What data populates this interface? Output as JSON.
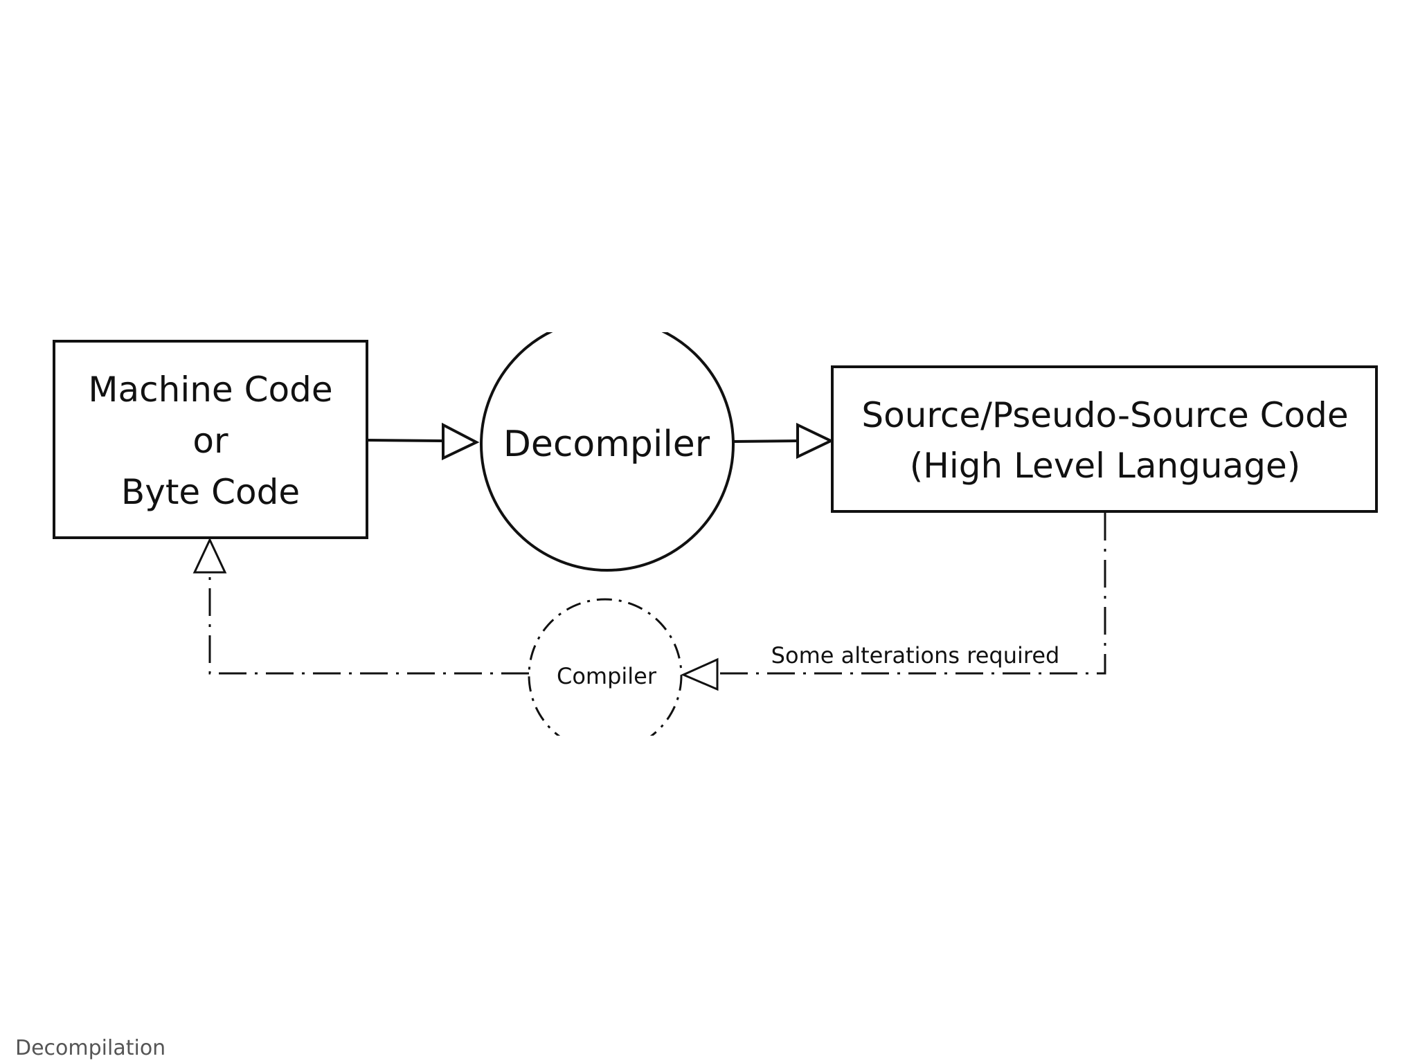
{
  "diagram": {
    "machine_code_box": {
      "line1": "Machine Code",
      "line2": "or",
      "line3": "Byte Code"
    },
    "decompiler": {
      "label": "Decompiler"
    },
    "source_box": {
      "line1": "Source/Pseudo-Source Code",
      "line2": "(High Level Language)"
    },
    "compiler": {
      "label": "Compiler"
    },
    "return_edge": {
      "label": "Some alterations required"
    }
  },
  "slide": {
    "footer_title": "Decompilation"
  },
  "colors": {
    "stroke": "#111111",
    "background": "#ffffff",
    "footer_text": "#555555"
  }
}
